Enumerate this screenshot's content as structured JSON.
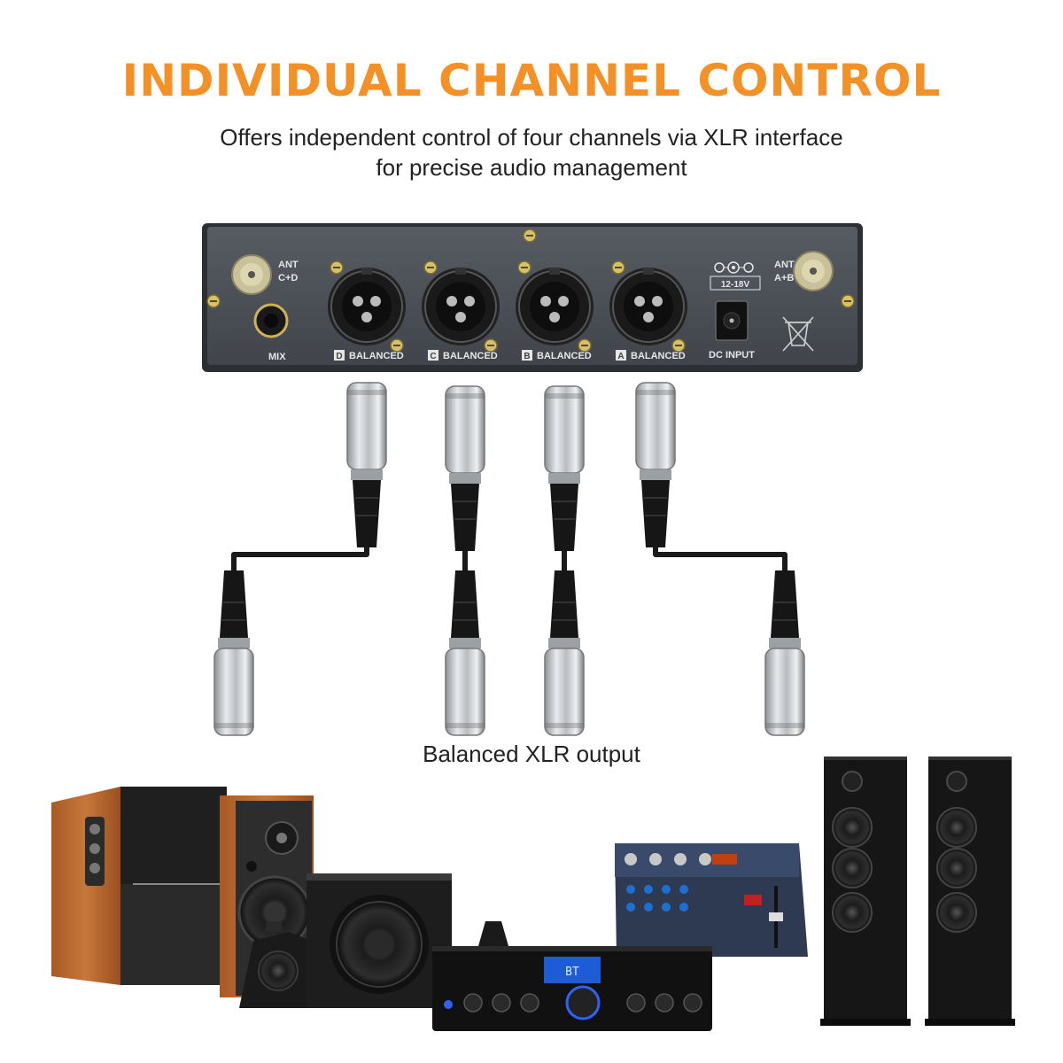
{
  "header": {
    "title": "INDIVIDUAL CHANNEL CONTROL",
    "subtitle_line1": "Offers independent control of four channels via XLR interface",
    "subtitle_line2": "for precise audio management"
  },
  "receiver": {
    "ant_left": [
      "ANT",
      "C+D"
    ],
    "ant_right": [
      "ANT",
      "A+B"
    ],
    "mix_label": "MIX",
    "outputs": [
      {
        "channel": "D",
        "label": "BALANCED"
      },
      {
        "channel": "C",
        "label": "BALANCED"
      },
      {
        "channel": "B",
        "label": "BALANCED"
      },
      {
        "channel": "A",
        "label": "BALANCED"
      }
    ],
    "power_rating": "12-18V",
    "dc_label": "DC INPUT"
  },
  "caption": "Balanced XLR output",
  "equipment_icons": [
    "bookshelf-speaker-icon",
    "subwoofer-icon",
    "amplifier-icon",
    "mixer-icon",
    "tower-speaker-icon"
  ],
  "colors": {
    "accent": "#f39026",
    "panel": "#4a4f56",
    "cable": "#1a1a1a",
    "connector": "#c8ccd0"
  },
  "amplifier_display": "BT"
}
